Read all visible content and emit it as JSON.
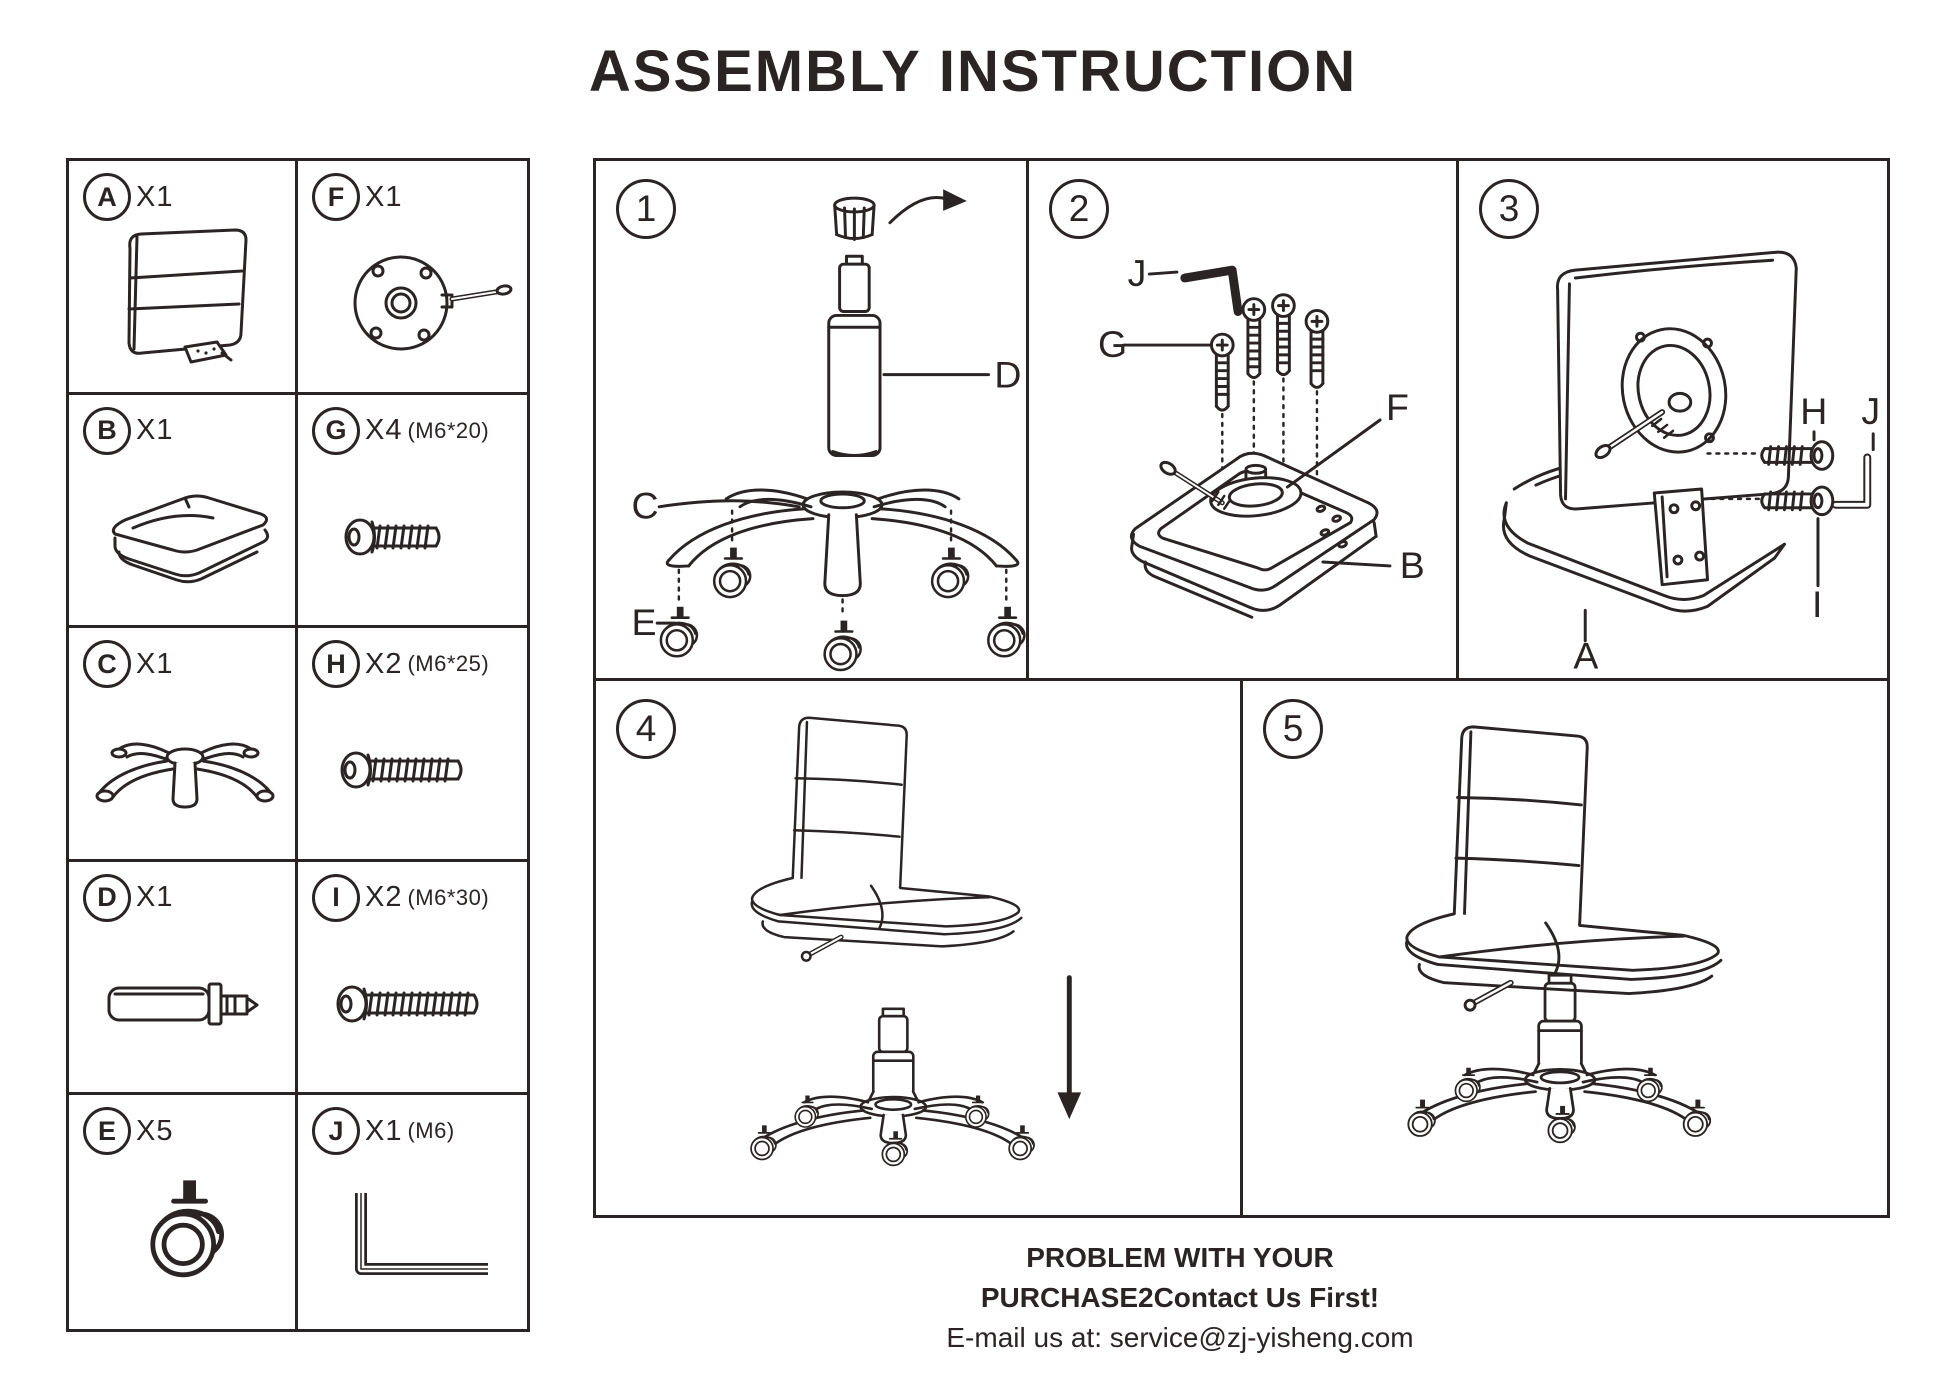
{
  "title": "ASSEMBLY INSTRUCTION",
  "parts": [
    {
      "letter": "A",
      "count": "X1",
      "size": ""
    },
    {
      "letter": "F",
      "count": "X1",
      "size": ""
    },
    {
      "letter": "B",
      "count": "X1",
      "size": ""
    },
    {
      "letter": "G",
      "count": "X4",
      "size": "(M6*20)"
    },
    {
      "letter": "C",
      "count": "X1",
      "size": ""
    },
    {
      "letter": "H",
      "count": "X2",
      "size": "(M6*25)"
    },
    {
      "letter": "D",
      "count": "X1",
      "size": ""
    },
    {
      "letter": "I",
      "count": "X2",
      "size": "(M6*30)"
    },
    {
      "letter": "E",
      "count": "X5",
      "size": ""
    },
    {
      "letter": "J",
      "count": "X1",
      "size": "(M6)"
    }
  ],
  "steps": {
    "s1": {
      "num": "1",
      "label_c": "C",
      "label_d": "D",
      "label_e": "E"
    },
    "s2": {
      "num": "2",
      "label_j": "J",
      "label_g": "G",
      "label_f": "F",
      "label_b": "B"
    },
    "s3": {
      "num": "3",
      "label_h": "H",
      "label_j": "J",
      "label_i": "I",
      "label_a": "A"
    },
    "s4": {
      "num": "4"
    },
    "s5": {
      "num": "5"
    }
  },
  "footer": {
    "line1": "PROBLEM WITH YOUR",
    "line2": "PURCHASE2Contact Us First!",
    "line3": "E-mail us at: service@zj-yisheng.com"
  }
}
